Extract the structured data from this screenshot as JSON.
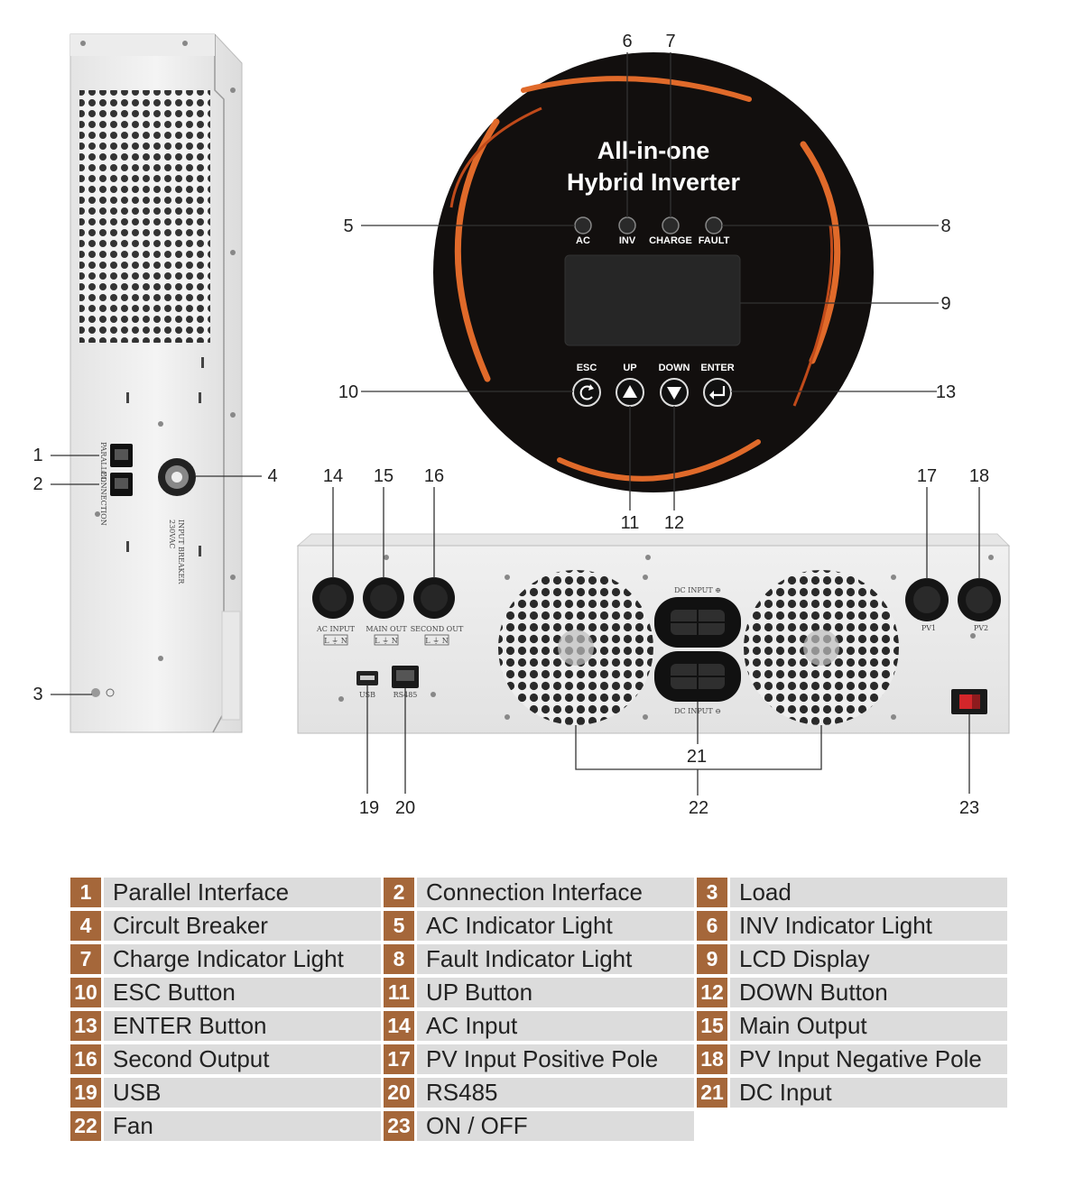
{
  "panel": {
    "title_line1": "All-in-one",
    "title_line2": "Hybrid Inverter",
    "leds": [
      "AC",
      "INV",
      "CHARGE",
      "FAULT"
    ],
    "buttons": [
      "ESC",
      "UP",
      "DOWN",
      "ENTER"
    ]
  },
  "side_labels": {
    "parallel": "PARALLEL",
    "connection": "CONNECTION",
    "breaker_line1": "INPUT BREAKER",
    "breaker_line2": "230VAC"
  },
  "rear_labels": {
    "ac_input": "AC INPUT",
    "main_out": "MAIN OUT",
    "second_out": "SECOND OUT",
    "lin": "L  ⏚  N",
    "dc_input_top": "DC INPUT ⊕",
    "dc_input_bottom": "DC INPUT ⊖",
    "pv1": "PV1",
    "pv2": "PV2",
    "usb": "USB",
    "rs485": "RS485"
  },
  "callouts": [
    "1",
    "2",
    "3",
    "4",
    "5",
    "6",
    "7",
    "8",
    "9",
    "10",
    "11",
    "12",
    "13",
    "14",
    "15",
    "16",
    "17",
    "18",
    "19",
    "20",
    "21",
    "22",
    "23"
  ],
  "legend": [
    {
      "num": "1",
      "label": "Parallel Interface"
    },
    {
      "num": "2",
      "label": "Connection Interface"
    },
    {
      "num": "3",
      "label": "Load"
    },
    {
      "num": "4",
      "label": "Circult Breaker"
    },
    {
      "num": "5",
      "label": "AC Indicator Light"
    },
    {
      "num": "6",
      "label": "INV Indicator Light"
    },
    {
      "num": "7",
      "label": "Charge Indicator Light"
    },
    {
      "num": "8",
      "label": "Fault Indicator Light"
    },
    {
      "num": "9",
      "label": "LCD Display"
    },
    {
      "num": "10",
      "label": "ESC Button"
    },
    {
      "num": "11",
      "label": "UP Button"
    },
    {
      "num": "12",
      "label": "DOWN Button"
    },
    {
      "num": "13",
      "label": "ENTER Button"
    },
    {
      "num": "14",
      "label": "AC Input"
    },
    {
      "num": "15",
      "label": "Main Output"
    },
    {
      "num": "16",
      "label": "Second Output"
    },
    {
      "num": "17",
      "label": "PV Input Positive Pole"
    },
    {
      "num": "18",
      "label": "PV Input Negative Pole"
    },
    {
      "num": "19",
      "label": "USB"
    },
    {
      "num": "20",
      "label": "RS485"
    },
    {
      "num": "21",
      "label": "DC Input"
    },
    {
      "num": "22",
      "label": "Fan"
    },
    {
      "num": "23",
      "label": "ON / OFF"
    }
  ]
}
